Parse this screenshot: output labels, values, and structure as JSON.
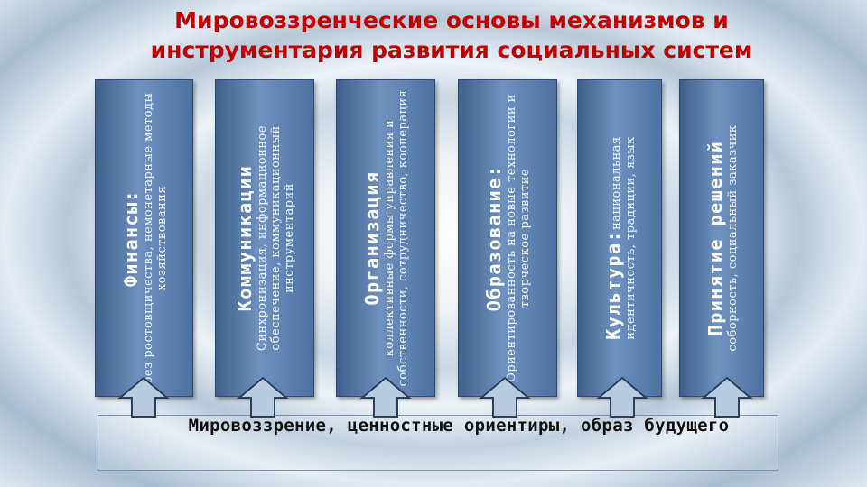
{
  "slide": {
    "title": "Мировоззренческие основы механизмов и инструментария развития социальных систем"
  },
  "pillars": [
    {
      "heading": "Финансы:",
      "description": "без ростовщичества, немонетарные методы хозяйствования"
    },
    {
      "heading": "Коммуникации",
      "description": "Синхронизация, информационное обеспечение, коммуникационный инструментарий"
    },
    {
      "heading": "Организация",
      "description": "коллективные формы управления и собственности, сотрудничество, кооперация"
    },
    {
      "heading": "Образование:",
      "description": "Ориентированность на новые технологии и творческое развитие"
    },
    {
      "heading": "Культура:",
      "description_inline": "национальная",
      "description": "идентичность, традиции, язык"
    },
    {
      "heading": "Принятие решений",
      "description": "соборность, социальный заказчик"
    }
  ],
  "foundation": {
    "label": "Мировоззрение, ценностные ориентиры, образ будущего"
  },
  "colors": {
    "title": "#c00000",
    "pillar_fill": "#5b7fb0",
    "pillar_edge": "#2f4b70",
    "arrow_fill": "#b9cbe0",
    "arrow_edge": "#2a3f5c"
  }
}
